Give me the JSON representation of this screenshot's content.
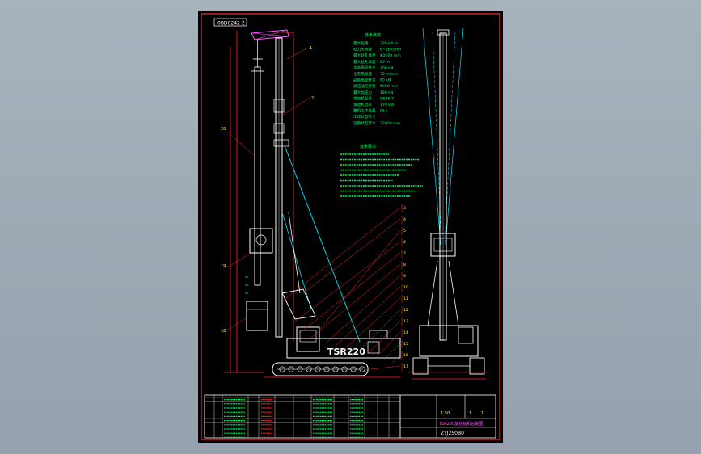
{
  "drawing": {
    "code_box": "0BD0242-2",
    "machine_label": "TSR220",
    "company_line": "TSR220旋挖钻机总装图",
    "part_code": "ZYJ2S0B0"
  },
  "specs_header": "技术参数",
  "notes_header": "技术要求",
  "specs_lines": [
    "最大扭矩",
    "动力头转速",
    "最大钻孔直径",
    "最大钻孔深度",
    "主卷扬提升力",
    "主卷扬速度",
    "副卷扬提升力",
    "加压油缸行程",
    "最大加压力",
    "发动机型号",
    "发动机功率",
    "整机工作重量",
    "工作状态尺寸",
    "运输状态尺寸"
  ],
  "spec_values": [
    "220 kN·m",
    "6~26 r/min",
    "Φ2000 mm",
    "65 m",
    "200 kN",
    "72 m/min",
    "80 kN",
    "5000 mm",
    "180 kN",
    "QSB6.7",
    "179 kW",
    "65 t",
    "",
    "22000 mm"
  ],
  "callouts_left": [
    "20",
    "19",
    "18"
  ],
  "callouts_top": [
    "1",
    "2"
  ],
  "callouts_right": [
    "3",
    "4",
    "5",
    "6",
    "7",
    "8",
    "9",
    "10",
    "11",
    "12",
    "13",
    "14",
    "15",
    "16",
    "17"
  ],
  "title_block": {
    "scale": "1:50",
    "sheet": "1",
    "sheets": "1"
  },
  "colors": {
    "green": "#00ff66",
    "red": "#ff2b2b",
    "cyan": "#00e5ff",
    "white": "#ffffff",
    "yellow": "#ffff33",
    "magenta": "#ff55ff"
  }
}
